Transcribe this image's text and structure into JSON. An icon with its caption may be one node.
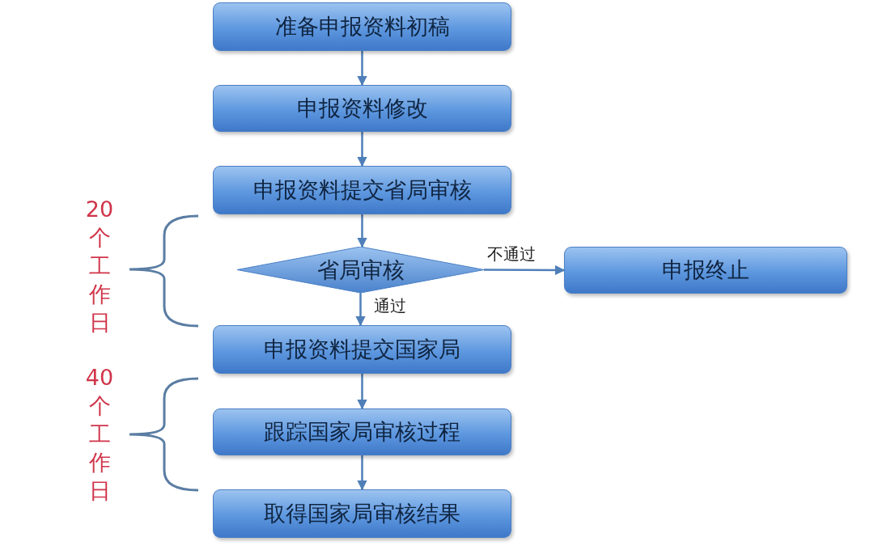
{
  "diagram": {
    "nodes": [
      {
        "text": [
          "准备申报资料初稿"
        ]
      },
      {
        "text": [
          "申报资料修改"
        ]
      },
      {
        "text": [
          "申报资料提交省局审核"
        ]
      },
      {
        "text": [
          "省局审核"
        ]
      },
      {
        "text": [
          "申报终止"
        ]
      },
      {
        "text": [
          "申报资料提交国家局"
        ]
      },
      {
        "text": [
          "跟踪国家局审核过程"
        ]
      },
      {
        "text": [
          "取得国家局审核结果"
        ]
      }
    ],
    "edges": [
      {
        "from": 0,
        "to": 1,
        "arrow": "to"
      },
      {
        "from": 1,
        "to": 2,
        "arrow": "to"
      },
      {
        "from": 2,
        "to": 3,
        "arrow": "to"
      },
      {
        "from": 3,
        "to": 4,
        "arrow": "to",
        "label": "不通过"
      },
      {
        "from": 3,
        "to": 5,
        "arrow": "to",
        "label": "通过"
      },
      {
        "from": 5,
        "to": 6,
        "arrow": "to"
      },
      {
        "from": 6,
        "to": 7,
        "arrow": "to"
      }
    ],
    "labels": [
      "20个工作日",
      "40个工作日"
    ]
  }
}
